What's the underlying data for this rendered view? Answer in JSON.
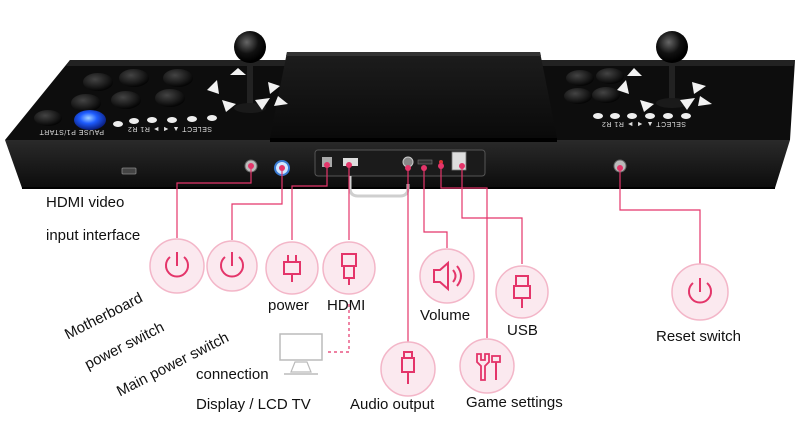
{
  "labels": {
    "hdmi_video_line1": "HDMI video",
    "hdmi_video_line2": "input interface",
    "motherboard_line1": "Motherboard",
    "motherboard_line2": "power switch",
    "main_power": "Main power switch",
    "power": "power",
    "hdmi": "HDMI",
    "volume": "Volume",
    "usb": "USB",
    "reset_switch": "Reset switch",
    "connection": "connection",
    "display": "Display / LCD TV",
    "audio_output": "Audio output",
    "game_settings": "Game settings"
  },
  "console_text": {
    "left_buttons": "PAUSE  P1/START",
    "left_panel_keys": "SELECT  ▲  ◄  ►  R1  R2",
    "right_panel_keys": "SELECT  ▲  ◄  ►  R1  R2"
  },
  "colors": {
    "accent": "#e4356a",
    "icon_fill": "#fbe9ef",
    "console_body": "#111111",
    "blue_button": "#1e5cff"
  }
}
